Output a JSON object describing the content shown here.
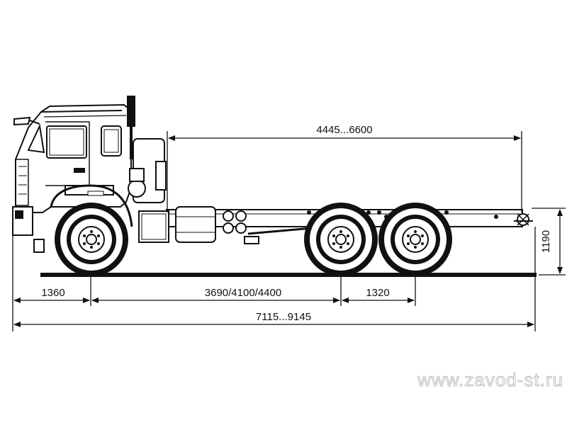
{
  "drawing": {
    "subject": "6x6 truck chassis side view",
    "dimensions": {
      "frame_length": "4445...6600",
      "front_overhang": "1360",
      "wheelbase": "3690/4100/4400",
      "rear_axle_spacing": "1320",
      "overall_length": "7115...9145",
      "frame_height": "1190"
    }
  },
  "watermark": "www.zavod-st.ru",
  "colors": {
    "line": "#111111",
    "background": "#ffffff",
    "watermark_outline": "#c8c8c8"
  }
}
